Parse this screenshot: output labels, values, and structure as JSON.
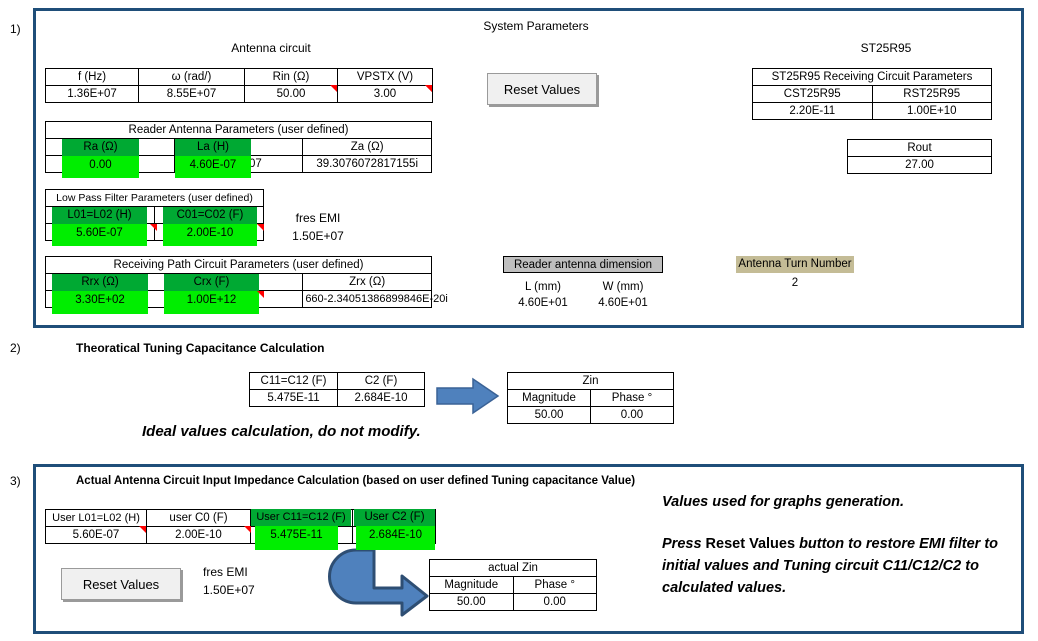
{
  "sections": [
    {
      "num": "1)"
    },
    {
      "num": "2)",
      "title": "Theoratical Tuning Capacitance Calculation"
    },
    {
      "num": "3)",
      "title": "Actual Antenna Circuit Input Impedance Calculation (based on user defined Tuning capacitance Value)"
    }
  ],
  "section1": {
    "title": "System Parameters",
    "left_group_title": "Antenna circuit",
    "right_group_title": "ST25R95",
    "reset_button": "Reset Values",
    "system_table": {
      "headers": [
        "f (Hz)",
        "ω (rad/)",
        "Rin (Ω)",
        "VPSTX (V)"
      ],
      "values": [
        "1.36E+07",
        "8.55E+07",
        "50.00",
        "3.00"
      ]
    },
    "reader_antenna": {
      "title": "Reader Antenna Parameters (user defined)",
      "headers": [
        "Ra (Ω)",
        "La (H)",
        "Za  (Ω)"
      ],
      "values": [
        "0.00",
        "4.60E-07",
        "39.3076072817155i"
      ]
    },
    "low_pass_filter": {
      "title": "Low Pass Filter Parameters (user defined)",
      "headers": [
        "L01=L02 (H)",
        "C01=C02 (F)"
      ],
      "values": [
        "5.60E-07",
        "2.00E-10"
      ]
    },
    "fres_emi": {
      "label": "fres EMI",
      "value": "1.50E+07"
    },
    "receiving_path": {
      "title": "Receiving Path Circuit Parameters (user defined)",
      "headers": [
        "Rrx  (Ω)",
        "Crx (F)",
        "Zrx  (Ω)"
      ],
      "values": [
        "3.30E+02",
        "1.00E+12",
        "660-2.34051386899846E-20i"
      ]
    },
    "reader_antenna_dimension": {
      "title": "Reader antenna dimension",
      "headers": [
        "L (mm)",
        "W (mm)"
      ],
      "values": [
        "4.60E+01",
        "4.60E+01"
      ]
    },
    "antenna_turn_number": {
      "title": "Antenna Turn Number",
      "value": "2"
    },
    "st25r95_receiving": {
      "title": "ST25R95 Receiving Circuit Parameters",
      "headers": [
        "CST25R95",
        "RST25R95"
      ],
      "values": [
        "2.20E-11",
        "1.00E+10"
      ]
    },
    "rout": {
      "title": "Rout",
      "value": "27.00"
    }
  },
  "section2": {
    "cap_table": {
      "headers": [
        "C11=C12 (F)",
        "C2 (F)"
      ],
      "values": [
        "5.475E-11",
        "2.684E-10"
      ]
    },
    "zin_table": {
      "title": "Zin",
      "headers": [
        "Magnitude",
        "Phase °"
      ],
      "values": [
        "50.00",
        "0.00"
      ]
    },
    "note": "Ideal values calculation, do not modify."
  },
  "section3": {
    "user_table": {
      "headers": [
        "User L01=L02 (H)",
        "user C0 (F)",
        "User C11=C12 (F)",
        "User C2 (F)"
      ],
      "values": [
        "5.60E-07",
        "2.00E-10",
        "5.475E-11",
        "2.684E-10"
      ]
    },
    "reset_button": "Reset Values",
    "fres_emi": {
      "label": "fres EMI",
      "value": "1.50E+07"
    },
    "actual_zin": {
      "title": "actual Zin",
      "headers": [
        "Magnitude",
        "Phase °"
      ],
      "values": [
        "50.00",
        "0.00"
      ]
    },
    "note_line1": "Values used for graphs generation.",
    "note_press": "Press",
    "note_reset": "Reset Values",
    "note_rest": "button to restore EMI filter to initial values and Tuning circuit C11/C12/C2 to calculated values."
  },
  "colors": {
    "panel_border": "#1F4E79",
    "header_green": "#00B050",
    "header_light_green": "#92D050",
    "header_orange": "#F4A460",
    "header_gray": "#BFBFBF",
    "header_blue": "#BDD7EE",
    "highlight_green": "#00EE00",
    "highlight_dark_green": "#00A933",
    "highlight_tan": "#C4BC96",
    "arrow_blue": "#4F81BD"
  }
}
